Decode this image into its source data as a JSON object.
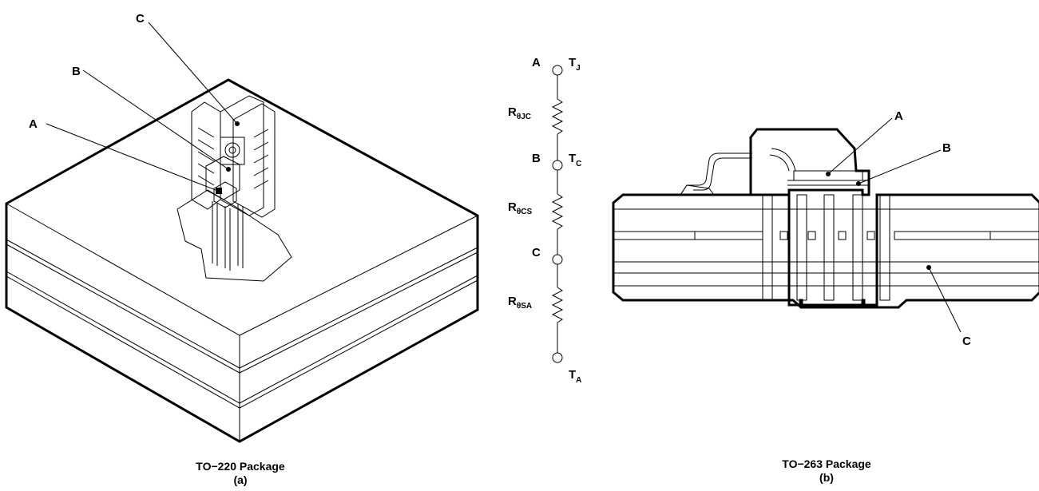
{
  "figure": {
    "left": {
      "callouts": {
        "a": "A",
        "b": "B",
        "c": "C"
      },
      "caption_line1": "TO−220 Package",
      "caption_line2": "(a)"
    },
    "middle": {
      "nodes": [
        {
          "letter": "A",
          "temp_main": "T",
          "temp_sub": "J"
        },
        {
          "letter": "B",
          "temp_main": "T",
          "temp_sub": "C"
        },
        {
          "letter": "C",
          "temp_main": "",
          "temp_sub": ""
        },
        {
          "letter": "",
          "temp_main": "T",
          "temp_sub": "A"
        }
      ],
      "resistors": [
        {
          "main": "R",
          "sub": "θJC"
        },
        {
          "main": "R",
          "sub": "θCS"
        },
        {
          "main": "R",
          "sub": "θSA"
        }
      ]
    },
    "right": {
      "callouts": {
        "a": "A",
        "b": "B",
        "c": "C"
      },
      "caption_line1": "TO−263 Package",
      "caption_line2": "(b)"
    }
  }
}
